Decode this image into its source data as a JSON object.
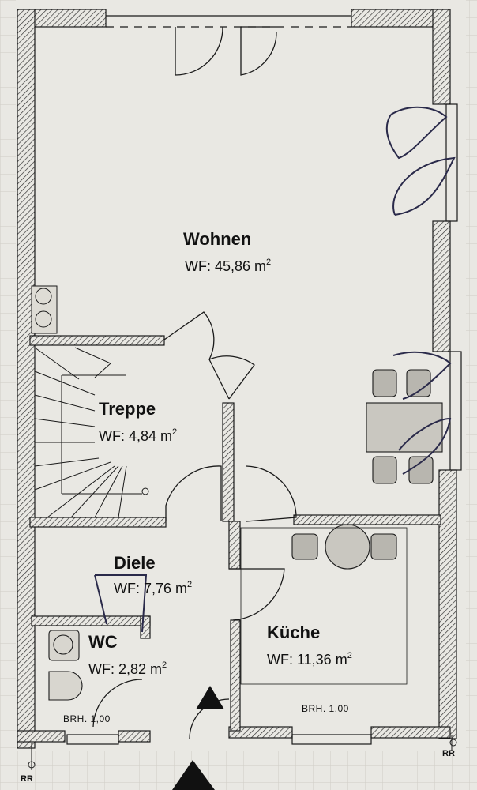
{
  "rooms": {
    "wohnen": {
      "name": "Wohnen",
      "area": "WF: 45,86 m",
      "unit_sup": "2"
    },
    "treppe": {
      "name": "Treppe",
      "area": "WF: 4,84 m",
      "unit_sup": "2"
    },
    "diele": {
      "name": "Diele",
      "area": "WF: 7,76 m",
      "unit_sup": "2"
    },
    "wc": {
      "name": "WC",
      "area": "WF: 2,82 m",
      "unit_sup": "2"
    },
    "kueche": {
      "name": "Küche",
      "area": "WF: 11,36 m",
      "unit_sup": "2"
    }
  },
  "annotations": {
    "brh_left": "BRH. 1,00",
    "brh_right": "BRH. 1,00",
    "rr_left": "RR",
    "rr_right": "RR"
  },
  "colors": {
    "paper": "#e9e8e3",
    "line": "#1a1a1a",
    "hatch": "#444444",
    "pen": "#2a2a4a"
  }
}
